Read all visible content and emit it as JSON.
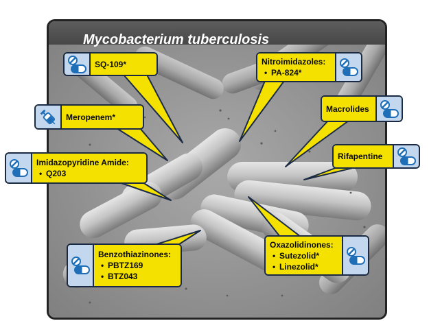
{
  "title": "Mycobacterium tuberculosis",
  "colors": {
    "callout_fill": "#f4e100",
    "callout_border": "#1b2a44",
    "icon_panel": "#c3d8ee",
    "drug_icon": "#1f6fb8",
    "title_bar": "#4f4f4f"
  },
  "callouts": [
    {
      "id": "sq109",
      "name": "SQ-109*",
      "items": [],
      "icon": "pill-capsule-icon"
    },
    {
      "id": "nitro",
      "name": "Nitroimidazoles:",
      "items": [
        "PA-824*"
      ],
      "icon": "pill-capsule-icon"
    },
    {
      "id": "mero",
      "name": "Meropenem*",
      "items": [],
      "icon": "syringe-icon"
    },
    {
      "id": "macro",
      "name": "Macrolides",
      "items": [],
      "icon": "pill-capsule-icon"
    },
    {
      "id": "imid",
      "name": "Imidazopyridine Amide:",
      "items": [
        "Q203"
      ],
      "icon": "pill-capsule-icon"
    },
    {
      "id": "rifa",
      "name": "Rifapentine",
      "items": [],
      "icon": "pill-capsule-icon"
    },
    {
      "id": "oxaz",
      "name": "Oxazolidinones:",
      "items": [
        "Sutezolid*",
        "Linezolid*"
      ],
      "icon": "pill-capsule-icon"
    },
    {
      "id": "benz",
      "name": "Benzothiazinones:",
      "items": [
        "PBTZ169",
        "BTZ043"
      ],
      "icon": "pill-capsule-icon"
    }
  ]
}
